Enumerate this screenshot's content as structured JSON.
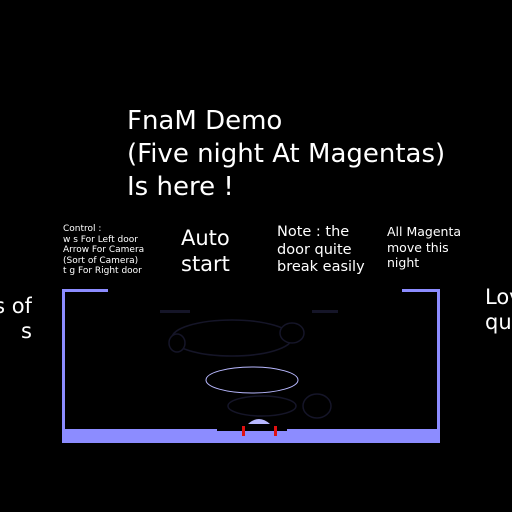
{
  "title": {
    "lines": [
      "FnaM Demo",
      "(Five night At Magentas)",
      "Is here !"
    ]
  },
  "controls": {
    "lines": [
      "Control :",
      "w s For Left door",
      "Arrow For Camera",
      "(Sort of Camera)",
      "t g For Right door"
    ]
  },
  "auto_start": {
    "lines": [
      "Auto",
      "start"
    ]
  },
  "note": {
    "lines": [
      "Note : the",
      "door quite",
      "break easily"
    ]
  },
  "all_magenta": {
    "lines": [
      "All Magenta",
      "move this",
      "night"
    ]
  },
  "left_cut": {
    "lines": [
      "s of",
      "s"
    ]
  },
  "right_cut": {
    "lines": [
      "Lov",
      "qu"
    ]
  },
  "colors": {
    "background": "#000000",
    "text": "#ffffff",
    "room_wall": "#8c8cff",
    "door_red": "#e01010",
    "fan_light": "#b8b8ff"
  }
}
